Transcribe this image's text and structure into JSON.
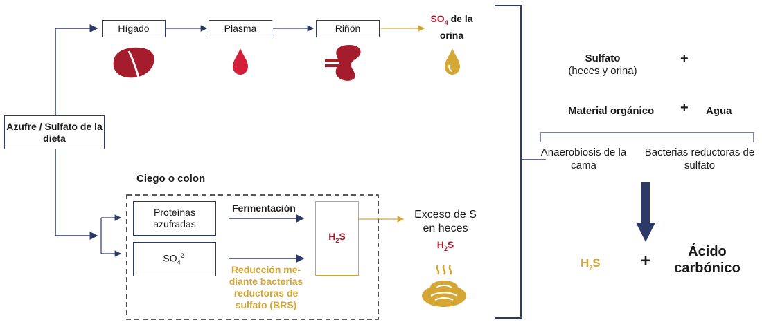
{
  "left": {
    "diet_box": "Azufre / Sulfato de la dieta",
    "top_row": [
      "Hígado",
      "Plasma",
      "Riñón"
    ],
    "urine_label_so": "SO",
    "urine_label_sub": "4",
    "urine_label_rest": " de la orina",
    "colon_title": "Ciego o colon",
    "proteins_box": "Proteínas azufradas",
    "sulfate_box_main": "SO",
    "sulfate_box_sub": "4",
    "sulfate_box_sup": "2-",
    "fermentation_label": "Fermentación",
    "reduction_label": "Reducción me-diante bacterias reductoras de sulfato (BRS)",
    "h2s_box_h": "H",
    "h2s_box_sub": "2",
    "h2s_box_s": "S",
    "excess_label": "Exceso de S en heces",
    "feces_h": "H",
    "feces_sub": "2",
    "feces_s": "S"
  },
  "right": {
    "sulfate": "Sulfato",
    "sulfate_note": "(heces y orina)",
    "plus1": "+",
    "organic": "Material orgánico",
    "plus2": "+",
    "water": "Agua",
    "anaerobiosis": "Anaerobiosis de la cama",
    "bacteria": "Bacterias reductoras de sulfato",
    "result_h": "H",
    "result_sub": "2",
    "result_s": "S",
    "plus3": "+",
    "acid": "Ácido carbónico"
  },
  "colors": {
    "navy": "#2b3a67",
    "red": "#a51d2d",
    "gold": "#d4a636"
  },
  "icons": [
    "liver-icon",
    "blood-drop-icon",
    "kidney-icon",
    "urine-drop-icon",
    "feces-icon",
    "down-arrow-icon"
  ]
}
